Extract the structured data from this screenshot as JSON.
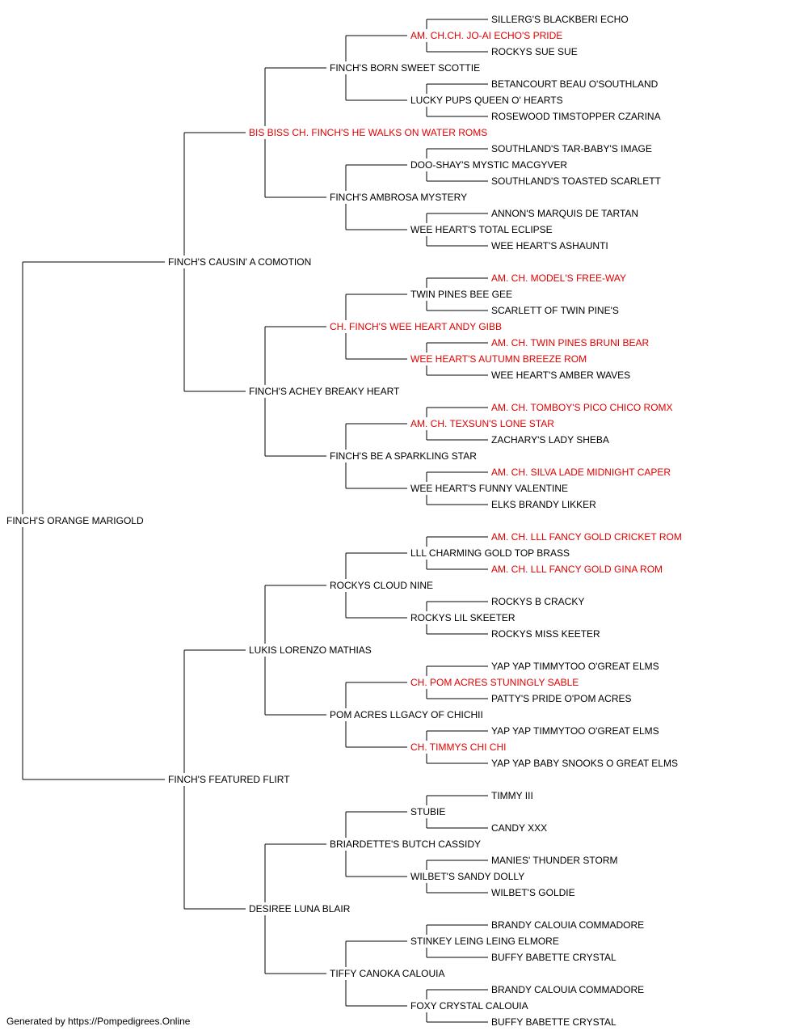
{
  "pedigree": {
    "subject": {
      "name": "FINCH'S ORANGE MARIGOLD",
      "titled": false
    },
    "gen1": [
      {
        "name": "FINCH'S CAUSIN' A COMOTION",
        "titled": false
      },
      {
        "name": "FINCH'S FEATURED FLIRT",
        "titled": false
      }
    ],
    "gen2": [
      {
        "name": "BIS BISS CH. FINCH'S HE WALKS ON WATER ROMS",
        "titled": true
      },
      {
        "name": "FINCH'S ACHEY BREAKY HEART",
        "titled": false
      },
      {
        "name": "LUKIS LORENZO MATHIAS",
        "titled": false
      },
      {
        "name": "DESIREE LUNA BLAIR",
        "titled": false
      }
    ],
    "gen3": [
      {
        "name": "FINCH'S BORN SWEET SCOTTIE",
        "titled": false
      },
      {
        "name": "FINCH'S AMBROSA MYSTERY",
        "titled": false
      },
      {
        "name": "CH. FINCH'S WEE HEART ANDY GIBB",
        "titled": true
      },
      {
        "name": "FINCH'S BE A SPARKLING STAR",
        "titled": false
      },
      {
        "name": "ROCKYS CLOUD NINE",
        "titled": false
      },
      {
        "name": "POM ACRES LLGACY OF CHICHII",
        "titled": false
      },
      {
        "name": "BRIARDETTE'S BUTCH CASSIDY",
        "titled": false
      },
      {
        "name": "TIFFY CANOKA CALOUIA",
        "titled": false
      }
    ],
    "gen4": [
      {
        "name": "AM. CH.CH. JO-AI ECHO'S PRIDE",
        "titled": true
      },
      {
        "name": "LUCKY PUPS QUEEN O' HEARTS",
        "titled": false
      },
      {
        "name": "DOO-SHAY'S MYSTIC MACGYVER",
        "titled": false
      },
      {
        "name": "WEE HEART'S TOTAL ECLIPSE",
        "titled": false
      },
      {
        "name": "TWIN PINES BEE GEE",
        "titled": false
      },
      {
        "name": "WEE HEART'S AUTUMN BREEZE ROM",
        "titled": true
      },
      {
        "name": "AM. CH. TEXSUN'S LONE STAR",
        "titled": true
      },
      {
        "name": "WEE HEART'S FUNNY VALENTINE",
        "titled": false
      },
      {
        "name": "LLL CHARMING GOLD TOP BRASS",
        "titled": false
      },
      {
        "name": "ROCKYS LIL SKEETER",
        "titled": false
      },
      {
        "name": "CH. POM ACRES STUNINGLY SABLE",
        "titled": true
      },
      {
        "name": "CH. TIMMYS CHI CHI",
        "titled": true
      },
      {
        "name": "STUBIE",
        "titled": false
      },
      {
        "name": "WILBET'S SANDY DOLLY",
        "titled": false
      },
      {
        "name": "STINKEY LEING LEING ELMORE",
        "titled": false
      },
      {
        "name": "FOXY CRYSTAL CALOUIA",
        "titled": false
      }
    ],
    "gen5": [
      {
        "name": "SILLERG'S BLACKBERI ECHO",
        "titled": false
      },
      {
        "name": "ROCKYS SUE SUE",
        "titled": false
      },
      {
        "name": "BETANCOURT BEAU O'SOUTHLAND",
        "titled": false
      },
      {
        "name": "ROSEWOOD TIMSTOPPER CZARINA",
        "titled": false
      },
      {
        "name": "SOUTHLAND'S TAR-BABY'S IMAGE",
        "titled": false
      },
      {
        "name": "SOUTHLAND'S TOASTED SCARLETT",
        "titled": false
      },
      {
        "name": "ANNON'S MARQUIS DE TARTAN",
        "titled": false
      },
      {
        "name": "WEE HEART'S ASHAUNTI",
        "titled": false
      },
      {
        "name": "AM. CH. MODEL'S FREE-WAY",
        "titled": true
      },
      {
        "name": "SCARLETT OF TWIN PINE'S",
        "titled": false
      },
      {
        "name": "AM. CH. TWIN PINES BRUNI BEAR",
        "titled": true
      },
      {
        "name": "WEE HEART'S AMBER WAVES",
        "titled": false
      },
      {
        "name": "AM. CH. TOMBOY'S PICO CHICO ROMX",
        "titled": true
      },
      {
        "name": "ZACHARY'S LADY SHEBA",
        "titled": false
      },
      {
        "name": "AM. CH. SILVA LADE MIDNIGHT CAPER",
        "titled": true
      },
      {
        "name": "ELKS BRANDY LIKKER",
        "titled": false
      },
      {
        "name": "AM. CH. LLL FANCY GOLD CRICKET ROM",
        "titled": true
      },
      {
        "name": "AM. CH. LLL FANCY GOLD GINA ROM",
        "titled": true
      },
      {
        "name": "ROCKYS B CRACKY",
        "titled": false
      },
      {
        "name": "ROCKYS MISS KEETER",
        "titled": false
      },
      {
        "name": "YAP YAP TIMMYTOO O'GREAT ELMS",
        "titled": false
      },
      {
        "name": "PATTY'S PRIDE O'POM ACRES",
        "titled": false
      },
      {
        "name": "YAP YAP TIMMYTOO O'GREAT ELMS",
        "titled": false
      },
      {
        "name": "YAP YAP BABY SNOOKS O GREAT ELMS",
        "titled": false
      },
      {
        "name": "TIMMY III",
        "titled": false
      },
      {
        "name": "CANDY XXX",
        "titled": false
      },
      {
        "name": "MANIES' THUNDER STORM",
        "titled": false
      },
      {
        "name": "WILBET'S GOLDIE",
        "titled": false
      },
      {
        "name": "BRANDY CALOUIA COMMADORE",
        "titled": false
      },
      {
        "name": "BUFFY BABETTE CRYSTAL",
        "titled": false
      },
      {
        "name": "BRANDY CALOUIA COMMADORE",
        "titled": false
      },
      {
        "name": "BUFFY BABETTE CRYSTAL",
        "titled": false
      }
    ]
  },
  "footer": {
    "text": "Generated by https://Pompedigrees.Online"
  },
  "colors": {
    "text": "#000000",
    "titled": "#e00000",
    "line": "#000000",
    "background": "#ffffff"
  }
}
